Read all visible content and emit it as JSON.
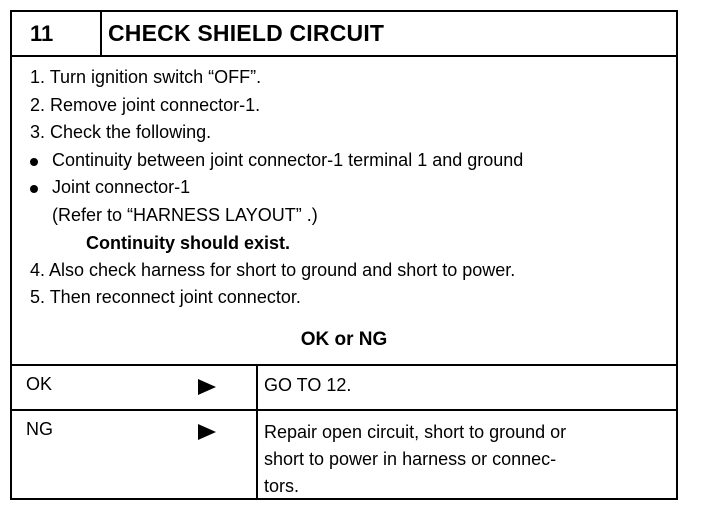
{
  "header": {
    "step_number": "11",
    "title": "CHECK SHIELD CIRCUIT"
  },
  "instructions": {
    "step1": "1.  Turn ignition switch “OFF”.",
    "step2": "2.  Remove joint connector-1.",
    "step3": "3.  Check the following.",
    "bullet1": "Continuity between joint connector-1 terminal 1 and ground",
    "bullet2": "Joint connector-1",
    "refer": "(Refer to “HARNESS LAYOUT” .)",
    "expected": "Continuity should exist.",
    "step4": "4.  Also check harness for short to ground and short to power.",
    "step5": "5.  Then reconnect joint connector."
  },
  "decision": {
    "prompt": "OK or NG",
    "ok": {
      "label": "OK",
      "result": "GO TO 12."
    },
    "ng": {
      "label": "NG",
      "result_line1": "Repair open circuit, short to ground or",
      "result_line2": "short to power in harness or connec-",
      "result_line3": "tors."
    }
  },
  "icons": {
    "arrow": "arrow-right-icon",
    "bullet": "bullet-icon"
  }
}
